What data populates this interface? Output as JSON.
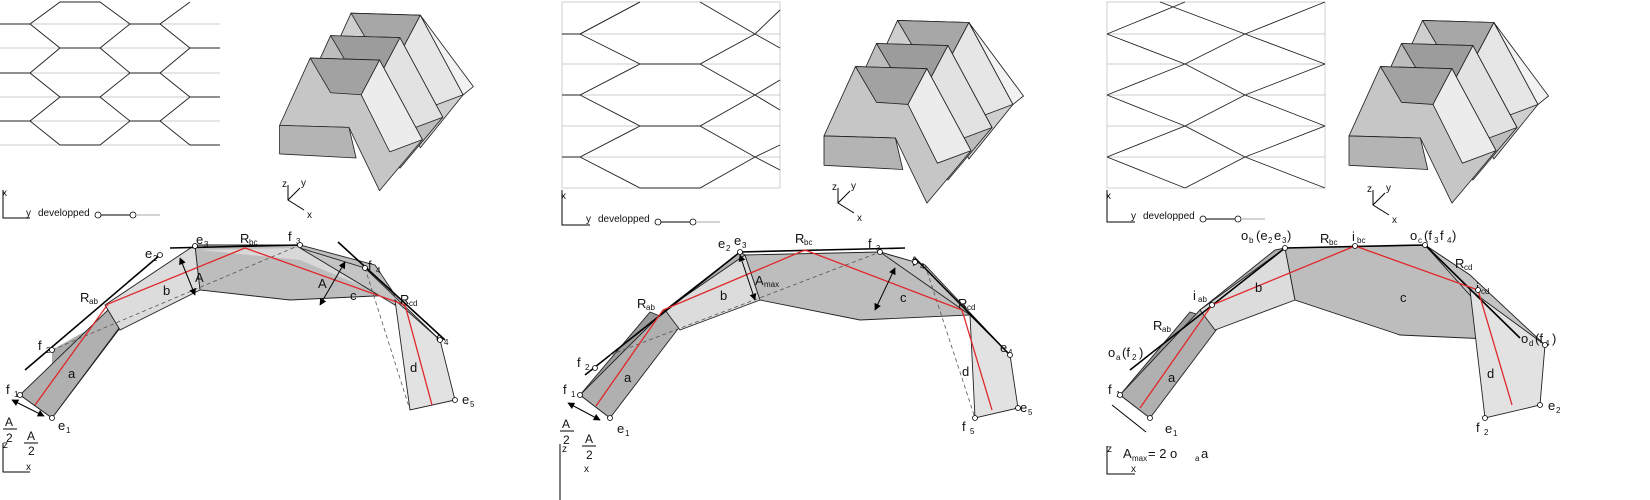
{
  "panels": [
    {
      "developped_label": "developped",
      "axes2d": {
        "x": "x",
        "y": "y"
      },
      "axes3d": {
        "x": "x",
        "y": "y",
        "z": "z"
      },
      "axesxz": {
        "x": "x",
        "z": "z"
      },
      "amplitude": "A",
      "half_top": "A",
      "half_bottom": "2",
      "bands": [
        "a",
        "b",
        "c",
        "d"
      ],
      "ridges": [
        "R",
        "R",
        "R"
      ],
      "ridge_subs": [
        "ab",
        "bc",
        "cd"
      ],
      "points": [
        "e",
        "e",
        "e",
        "e",
        "e",
        "f",
        "f",
        "f",
        "f"
      ],
      "point_subs": [
        "1",
        "2",
        "3",
        "4",
        "5",
        "1",
        "2",
        "3",
        "4"
      ]
    },
    {
      "developped_label": "developped",
      "axes2d": {
        "x": "x",
        "y": "y"
      },
      "axes3d": {
        "x": "x",
        "y": "y",
        "z": "z"
      },
      "axesxz": {
        "x": "x",
        "z": "z"
      },
      "amplitude": "A",
      "amplitude_sub": "max",
      "half_top": "A",
      "half_bottom": "2",
      "bands": [
        "a",
        "b",
        "c",
        "d"
      ],
      "ridges": [
        "R",
        "R",
        "R"
      ],
      "ridge_subs": [
        "ab",
        "bc",
        "cd"
      ],
      "points": [
        "e",
        "e",
        "e",
        "e",
        "e",
        "f",
        "f",
        "f",
        "f",
        "f"
      ],
      "point_subs": [
        "1",
        "2",
        "3",
        "4",
        "5",
        "1",
        "2",
        "3",
        "4",
        "5"
      ]
    },
    {
      "developped_label": "developped",
      "axes2d": {
        "x": "x",
        "y": "y"
      },
      "axes3d": {
        "x": "x",
        "y": "y",
        "z": "z"
      },
      "axesxz": {
        "x": "x",
        "z": "z"
      },
      "bands": [
        "a",
        "b",
        "c",
        "d"
      ],
      "ridges": [
        "R",
        "R",
        "R"
      ],
      "ridge_subs": [
        "ab",
        "bc",
        "cd"
      ],
      "intersections": [
        "i",
        "i",
        "i"
      ],
      "intersection_subs": [
        "ab",
        "bc",
        "cd"
      ],
      "o_labels": [
        "o",
        "o",
        "o",
        "o"
      ],
      "o_subs": [
        "a",
        "b",
        "c",
        "d"
      ],
      "o_paren": [
        "(f",
        "(e",
        "(f",
        "(f"
      ],
      "o_paren_subs": [
        "2",
        "2",
        "3",
        "4"
      ],
      "o_paren_mid": [
        "",
        "e",
        "f",
        ""
      ],
      "o_paren_mid_subs": [
        "",
        "3",
        "4",
        ""
      ],
      "o_close": ")",
      "points": [
        "e",
        "e",
        "f",
        "f"
      ],
      "point_subs": [
        "1",
        "2",
        "1",
        "2"
      ],
      "formula_A": "A",
      "formula_sub": "max",
      "formula_rest": " = 2 o",
      "formula_sub2": "a",
      "formula_end": "a"
    }
  ]
}
